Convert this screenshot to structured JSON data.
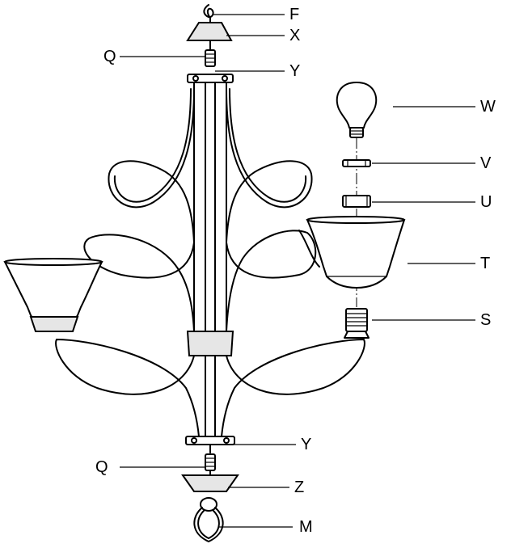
{
  "labels": {
    "F": "F",
    "X": "X",
    "Q_top": "Q",
    "Y_top": "Y",
    "W": "W",
    "V": "V",
    "U": "U",
    "T": "T",
    "S": "S",
    "Y_bottom": "Y",
    "Q_bottom": "Q",
    "Z": "Z",
    "M": "M"
  }
}
